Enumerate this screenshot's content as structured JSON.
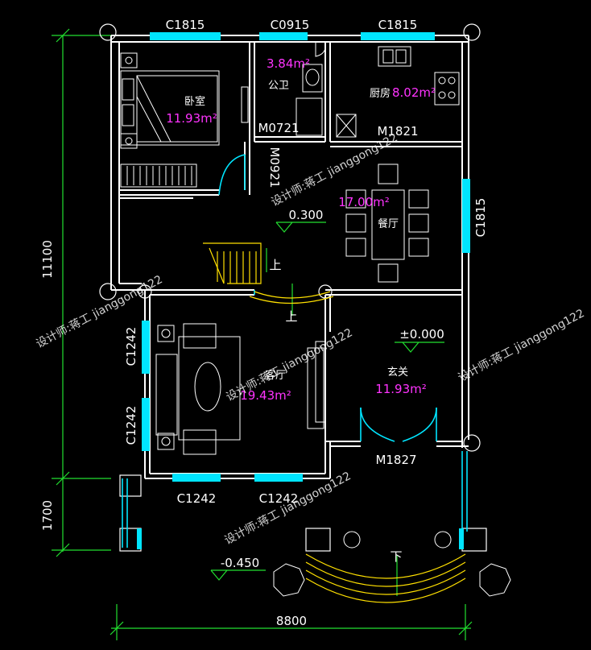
{
  "windows": {
    "top_left": "C1815",
    "top_middle": "C0915",
    "top_right": "C1815",
    "dining_right": "C1815",
    "living_left_upper": "C1242",
    "living_left_lower": "C1242",
    "bottom_left": "C1242",
    "bottom_right": "C1242"
  },
  "doors": {
    "bathroom": "M0721",
    "kitchen": "M1821",
    "bedroom": "M0921",
    "entrance": "M1827"
  },
  "rooms": {
    "bedroom": {
      "name": "卧室",
      "area": "11.93m²"
    },
    "bathroom": {
      "name": "公卫",
      "area": "3.84m²"
    },
    "kitchen": {
      "name": "厨房",
      "area": "8.02m²"
    },
    "dining": {
      "name": "餐厅",
      "area": "17.00m²"
    },
    "living": {
      "name": "客厅",
      "area": "19.43m²"
    },
    "foyer": {
      "name": "玄关",
      "area": "11.93m²"
    }
  },
  "levels": {
    "dining": "0.300",
    "foyer": "±0.000",
    "outside": "-0.450"
  },
  "stairs": {
    "up_main": "上",
    "up_step": "上",
    "down": "下"
  },
  "dimensions": {
    "height_main": "11100",
    "height_porch": "1700",
    "width_total": "8800"
  },
  "watermark": "设计师:蒋工 jianggong122",
  "colors": {
    "window": "#00e5ff",
    "dimension": "#22e030",
    "stair": "#ffe000",
    "area_text": "#ff33ff"
  }
}
